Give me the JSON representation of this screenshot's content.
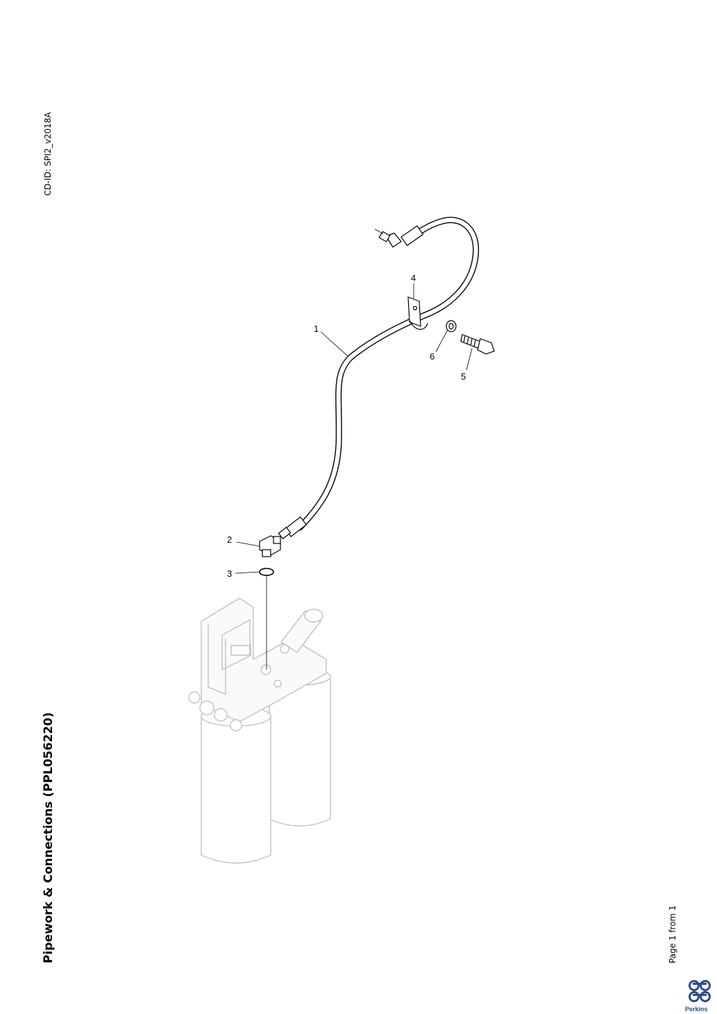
{
  "document": {
    "title": "Pipework & Connections (PPL056220)",
    "cd_id": "CD-ID: SPI2_v2018A",
    "page_number": "Page 1 from 1"
  },
  "diagram": {
    "callouts": [
      "1",
      "2",
      "3",
      "4",
      "5",
      "6"
    ]
  },
  "brand": {
    "logo_icon": "perkins-logo-icon",
    "name": "Perkins",
    "color": "#2a4d8f"
  }
}
